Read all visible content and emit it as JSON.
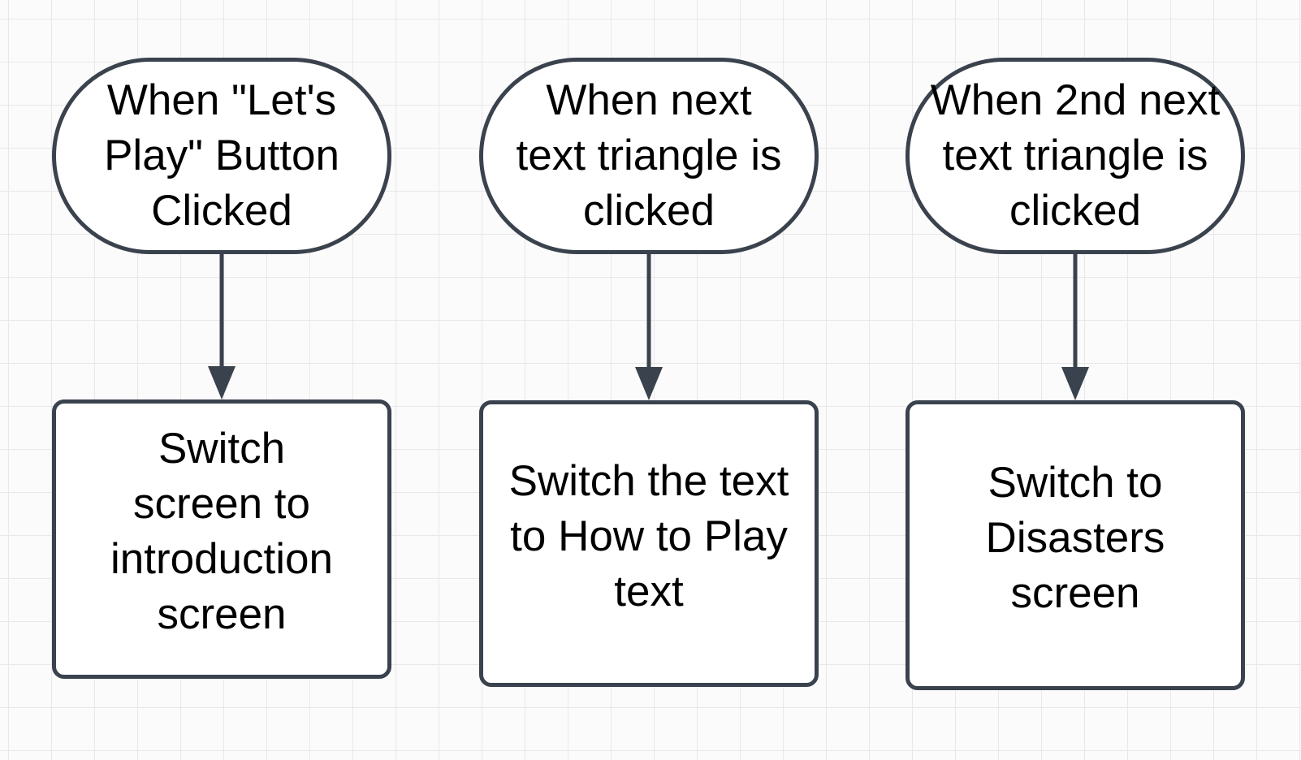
{
  "canvas": {
    "background_color": "#fbfbfb",
    "grid_line_color": "#e8e8e8",
    "shape_stroke_color": "#3a424d",
    "shape_fill_color": "#ffffff",
    "text_color": "#000000"
  },
  "flowchart": {
    "columns": [
      {
        "trigger_label": "When \"Let's\nPlay\" Button\nClicked",
        "action_label": "Switch\nscreen to\nintroduction\nscreen"
      },
      {
        "trigger_label": "When next\ntext triangle is\nclicked",
        "action_label": "Switch the text\nto How to Play\ntext"
      },
      {
        "trigger_label": "When 2nd next\ntext triangle is\nclicked",
        "action_label": "Switch to\nDisasters\nscreen"
      }
    ]
  }
}
